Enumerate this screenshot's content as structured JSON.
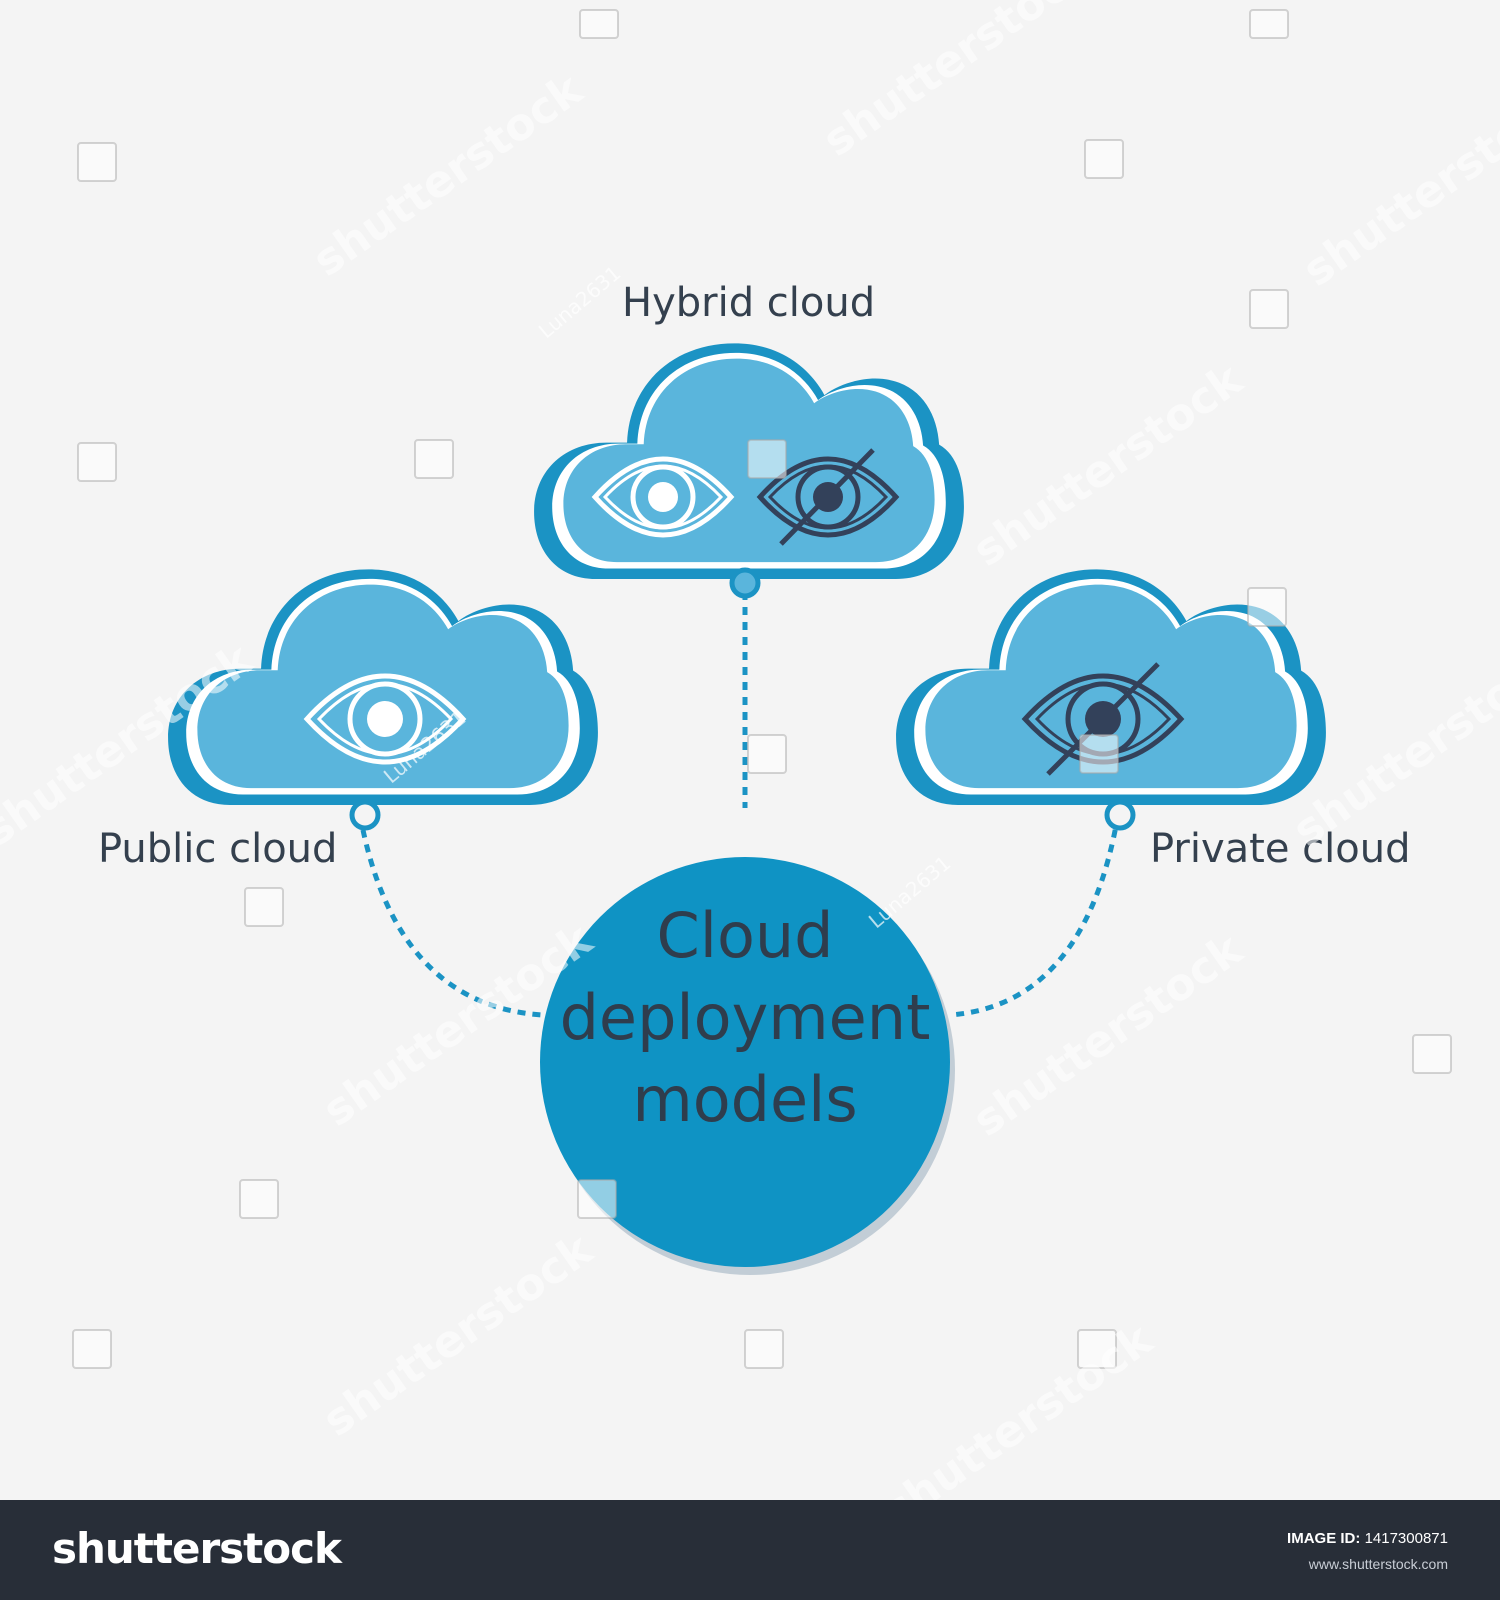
{
  "diagram": {
    "center": {
      "lines": [
        "Cloud",
        "deployment",
        "models"
      ]
    },
    "clouds": [
      {
        "label": "Hybrid cloud",
        "icons": [
          "eye-icon",
          "eye-off-icon"
        ]
      },
      {
        "label": "Public cloud",
        "icons": [
          "eye-icon"
        ]
      },
      {
        "label": "Private cloud",
        "icons": [
          "eye-off-icon"
        ]
      }
    ]
  },
  "colors": {
    "background": "#f4f4f4",
    "cloud_fill": "#5ab5dc",
    "cloud_outline": "#1b93c4",
    "center_circle": "#0f93c4",
    "dotted_line": "#1b93c4",
    "text": "#34404e",
    "eye_open": "#ffffff",
    "eye_closed": "#33415a",
    "footer": "#282e38"
  },
  "watermark": {
    "brand": "shutterstock",
    "contributor": "Luna2631"
  },
  "footer": {
    "logo": "shutterstock",
    "id_label": "IMAGE ID:",
    "id_value": "1417300871",
    "site": "www.shutterstock.com"
  }
}
